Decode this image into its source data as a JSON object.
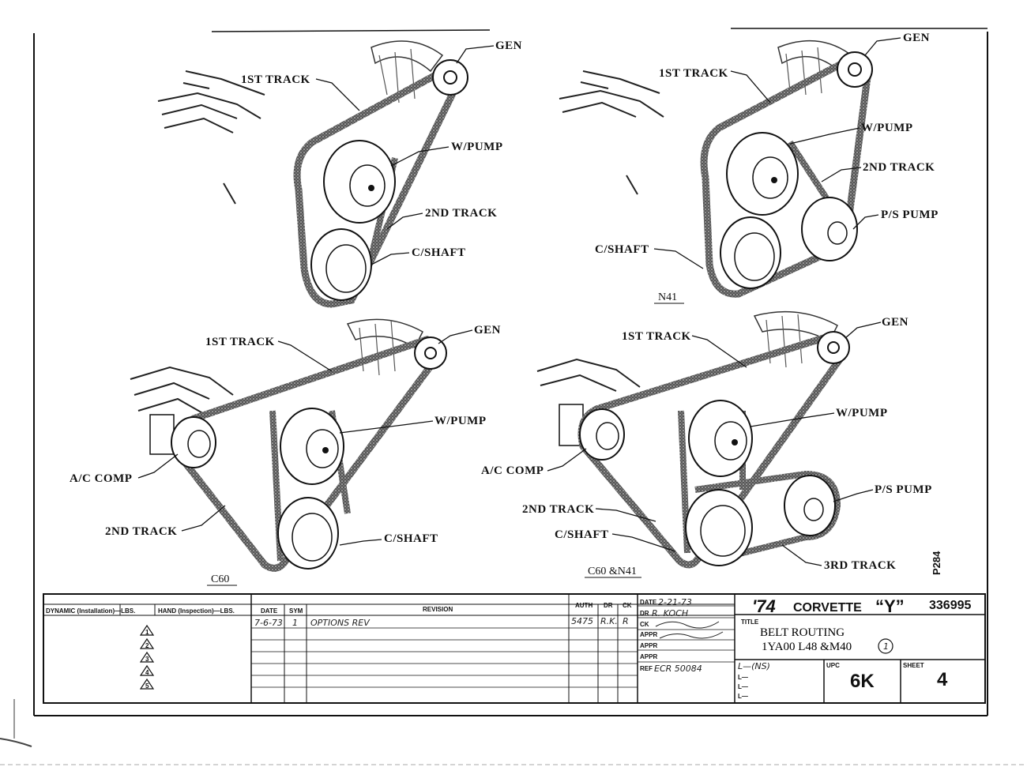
{
  "diagrams": {
    "top_left": {
      "labels": {
        "first_track": "1ST TRACK",
        "gen": "GEN",
        "wpump": "W/PUMP",
        "second_track": "2ND TRACK",
        "cshaft": "C/SHAFT"
      }
    },
    "top_right": {
      "labels": {
        "first_track": "1ST TRACK",
        "gen": "GEN",
        "wpump": "W/PUMP",
        "second_track": "2ND TRACK",
        "ps_pump": "P/S PUMP",
        "cshaft": "C/SHAFT"
      },
      "config": "N41"
    },
    "bottom_left": {
      "labels": {
        "first_track": "1ST TRACK",
        "gen": "GEN",
        "wpump": "W/PUMP",
        "ac_comp": "A/C COMP",
        "second_track": "2ND TRACK",
        "cshaft": "C/SHAFT"
      },
      "config": "C60"
    },
    "bottom_right": {
      "labels": {
        "first_track": "1ST TRACK",
        "gen": "GEN",
        "wpump": "W/PUMP",
        "ac_comp": "A/C COMP",
        "ps_pump": "P/S PUMP",
        "second_track": "2ND TRACK",
        "cshaft": "C/SHAFT",
        "third_track": "3RD TRACK"
      },
      "config": "C60 &N41"
    }
  },
  "page_code": "P284",
  "title_block": {
    "dynamic_label": "DYNAMIC (Installation)—LBS.",
    "hand_label": "HAND (Inspection)—LBS.",
    "triangles": [
      "1",
      "2",
      "3",
      "4",
      "5"
    ],
    "revision_headers": {
      "date": "DATE",
      "sym": "SYM",
      "revision": "REVISION",
      "auth": "AUTH",
      "dr": "DR",
      "ck": "CK"
    },
    "revision_rows": [
      {
        "date": "7-6-73",
        "sym": "1",
        "revision": "OPTIONS REV",
        "auth": "5475",
        "dr": "R.K.",
        "ck": "R"
      }
    ],
    "approvals": {
      "date_label": "DATE",
      "date_value": "2-21-73",
      "dr_label": "DR",
      "dr_value": "R. KOCH",
      "ck_label": "CK",
      "ck_value": "",
      "appr_label": "APPR",
      "appr_value": "",
      "ref_label": "REF",
      "ref_value": "ECR 50084"
    },
    "heading": {
      "year": "'74",
      "model": "CORVETTE",
      "series": "“Y”",
      "number": "336995"
    },
    "title_label": "TITLE",
    "title_line1": "BELT ROUTING",
    "title_line2": "1YA00   L48 &M40",
    "title_rev": "1",
    "l_items": [
      "L—(NS)",
      "L—",
      "L—",
      "L—"
    ],
    "upc_label": "UPC",
    "upc_value": "6K",
    "sheet_label": "SHEET",
    "sheet_value": "4"
  }
}
